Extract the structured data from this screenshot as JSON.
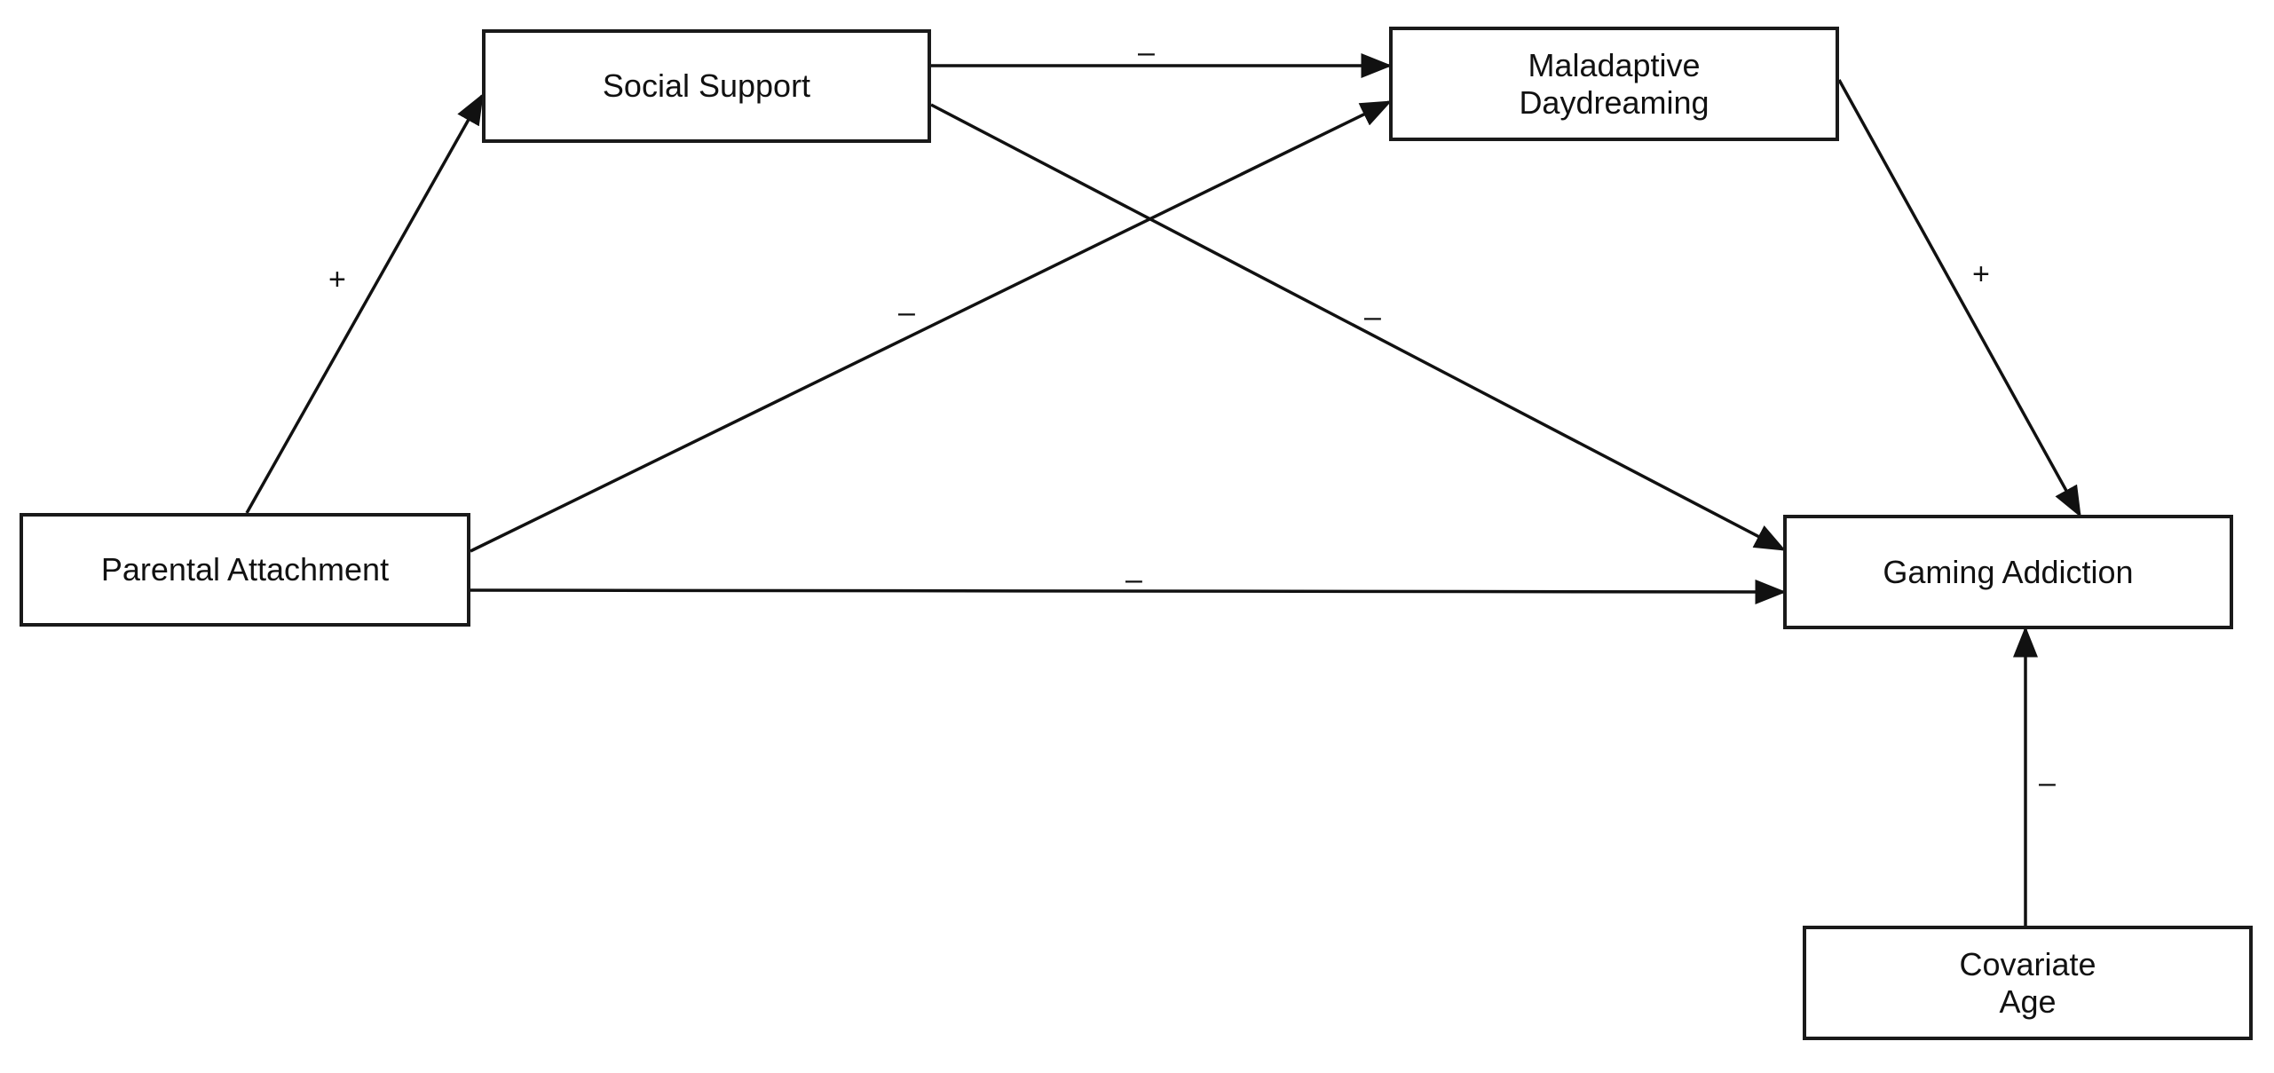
{
  "nodes": {
    "social_support": {
      "lines": [
        "Social Support"
      ]
    },
    "maladaptive_daydreaming": {
      "lines": [
        "Maladaptive",
        "Daydreaming"
      ]
    },
    "parental_attachment": {
      "lines": [
        "Parental Attachment"
      ]
    },
    "gaming_addiction": {
      "lines": [
        "Gaming Addiction"
      ]
    },
    "covariate_age": {
      "lines": [
        "Covariate",
        "Age"
      ]
    }
  },
  "edges": [
    {
      "id": "pa-ss",
      "from": "Parental Attachment",
      "to": "Social Support",
      "sign": "+"
    },
    {
      "id": "ss-md",
      "from": "Social Support",
      "to": "Maladaptive Daydreaming",
      "sign": "–"
    },
    {
      "id": "pa-md",
      "from": "Parental Attachment",
      "to": "Maladaptive Daydreaming",
      "sign": "–"
    },
    {
      "id": "ss-ga",
      "from": "Social Support",
      "to": "Gaming Addiction",
      "sign": "–"
    },
    {
      "id": "md-ga",
      "from": "Maladaptive Daydreaming",
      "to": "Gaming Addiction",
      "sign": "+"
    },
    {
      "id": "pa-ga",
      "from": "Parental Attachment",
      "to": "Gaming Addiction",
      "sign": "–"
    },
    {
      "id": "age-ga",
      "from": "Covariate Age",
      "to": "Gaming Addiction",
      "sign": "–"
    }
  ]
}
